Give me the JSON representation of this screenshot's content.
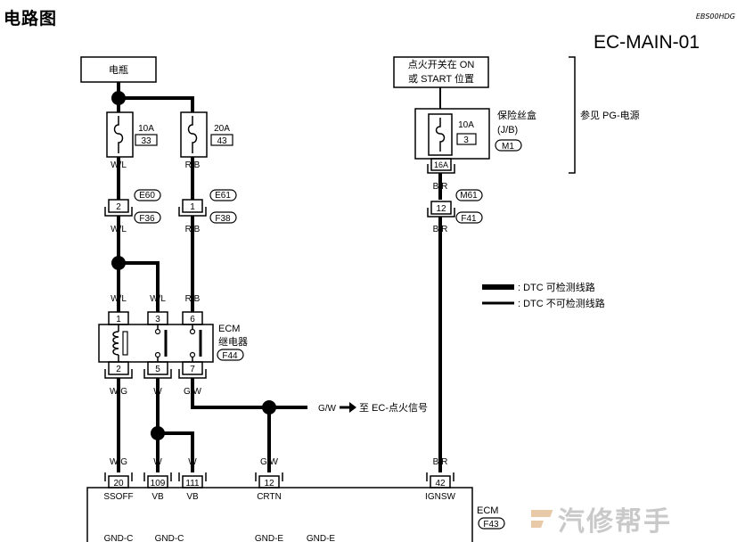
{
  "header": {
    "title": "电路图",
    "doc_code": "EBS00HDG",
    "diagram_id": "EC-MAIN-01"
  },
  "battery": {
    "label": "电瓶"
  },
  "ignition": {
    "line1": "点火开关在 ON",
    "line2": "或 START 位置"
  },
  "fuse_10a": {
    "rating": "10A",
    "number": "33"
  },
  "fuse_20a": {
    "rating": "20A",
    "number": "43"
  },
  "fuse_box": {
    "label1": "保险丝盒",
    "label2": "(J/B)",
    "connector": "M1",
    "fuse_rating": "10A",
    "fuse_number": "3",
    "terminal": "16A"
  },
  "ref_note": "参见 PG-电源",
  "wires": {
    "wl": "W/L",
    "rb": "R/B",
    "br": "B/R",
    "wg": "W/G",
    "w": "W",
    "gw": "G/W"
  },
  "connectors": {
    "e60": "E60",
    "f36": "F36",
    "e61": "E61",
    "f38": "F38",
    "m61": "M61",
    "f41": "F41",
    "pin_e60": "2",
    "pin_e61": "1",
    "pin_m61": "12"
  },
  "legend": {
    "detectable": ": DTC 可检测线路",
    "not_detectable": ": DTC 不可检测线路"
  },
  "relay": {
    "name": "ECM",
    "desc": "继电器",
    "connector": "F44",
    "top_pins": [
      "1",
      "3",
      "6"
    ],
    "bottom_pins": [
      "2",
      "5",
      "7"
    ]
  },
  "signal_ref": {
    "wire": "G/W",
    "text": "至 EC-点火信号"
  },
  "ecm": {
    "name": "ECM",
    "connector": "F43",
    "pins": [
      {
        "num": "20",
        "label": "SSOFF"
      },
      {
        "num": "109",
        "label": "VB"
      },
      {
        "num": "111",
        "label": "VB"
      },
      {
        "num": "12",
        "label": "CRTN"
      },
      {
        "num": "42",
        "label": "IGNSW"
      }
    ],
    "gnd_labels": [
      "GND-C",
      "GND-C",
      "GND-E",
      "GND-E"
    ]
  },
  "watermark": "汽修帮手"
}
